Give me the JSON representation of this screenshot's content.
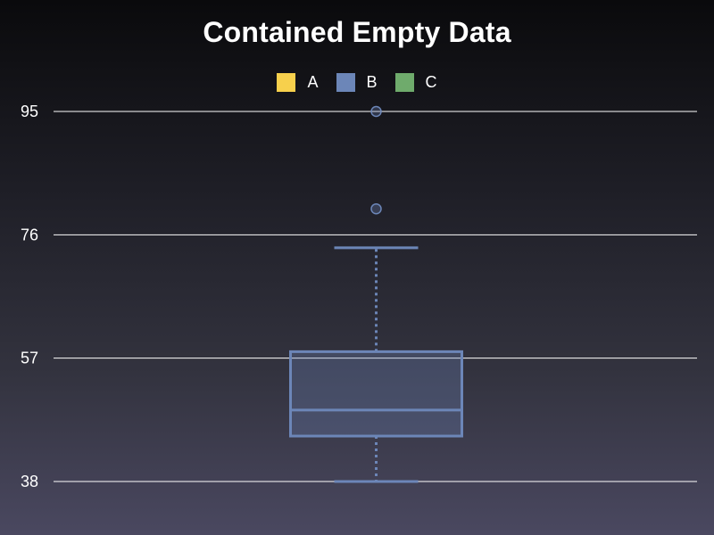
{
  "chart_data": {
    "type": "box",
    "title": "Contained Empty Data",
    "xlabel": "",
    "ylabel": "",
    "ylim": [
      38,
      95
    ],
    "yticks": [
      95,
      76,
      57,
      38
    ],
    "grid": true,
    "legend_position": "top-center",
    "legend": [
      {
        "name": "A",
        "color": "#f7d04c"
      },
      {
        "name": "B",
        "color": "#6c86b8"
      },
      {
        "name": "C",
        "color": "#6fab6c"
      }
    ],
    "series": [
      {
        "name": "A",
        "values": []
      },
      {
        "name": "B",
        "color": "#6c86b8",
        "whisker_low": 38,
        "q1": 45,
        "median": 49,
        "q3": 58,
        "whisker_high": 74,
        "outliers": [
          95,
          80
        ]
      },
      {
        "name": "C",
        "values": []
      }
    ]
  }
}
